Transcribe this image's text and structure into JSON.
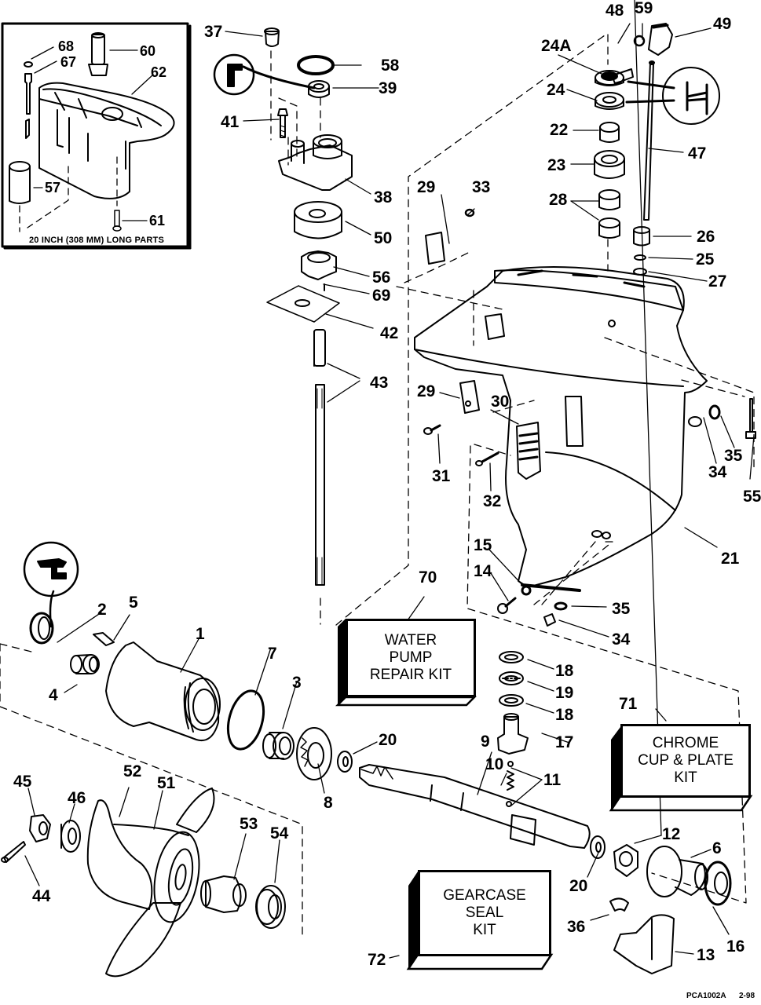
{
  "diagram": {
    "title": "Gearcase exploded parts diagram",
    "inset_caption": "20 INCH (308 MM) LONG PARTS",
    "footer": {
      "code": "PCA1002A",
      "date": "2-98"
    },
    "callouts": [
      {
        "id": "c68",
        "label": "68"
      },
      {
        "id": "c67",
        "label": "67"
      },
      {
        "id": "c60",
        "label": "60"
      },
      {
        "id": "c62",
        "label": "62"
      },
      {
        "id": "c57",
        "label": "57"
      },
      {
        "id": "c61",
        "label": "61"
      },
      {
        "id": "c37",
        "label": "37"
      },
      {
        "id": "c58",
        "label": "58"
      },
      {
        "id": "c39",
        "label": "39"
      },
      {
        "id": "c41",
        "label": "41"
      },
      {
        "id": "c38",
        "label": "38"
      },
      {
        "id": "c50",
        "label": "50"
      },
      {
        "id": "c56",
        "label": "56"
      },
      {
        "id": "c69",
        "label": "69"
      },
      {
        "id": "c42",
        "label": "42"
      },
      {
        "id": "c43",
        "label": "43"
      },
      {
        "id": "c48",
        "label": "48"
      },
      {
        "id": "c59",
        "label": "59"
      },
      {
        "id": "c49",
        "label": "49"
      },
      {
        "id": "c24A",
        "label": "24A"
      },
      {
        "id": "c24",
        "label": "24"
      },
      {
        "id": "c22",
        "label": "22"
      },
      {
        "id": "c47",
        "label": "47"
      },
      {
        "id": "c23",
        "label": "23"
      },
      {
        "id": "c28",
        "label": "28"
      },
      {
        "id": "c26",
        "label": "26"
      },
      {
        "id": "c25",
        "label": "25"
      },
      {
        "id": "c27",
        "label": "27"
      },
      {
        "id": "c29a",
        "label": "29"
      },
      {
        "id": "c33",
        "label": "33"
      },
      {
        "id": "c29b",
        "label": "29"
      },
      {
        "id": "c30",
        "label": "30"
      },
      {
        "id": "c31",
        "label": "31"
      },
      {
        "id": "c32",
        "label": "32"
      },
      {
        "id": "c34a",
        "label": "34"
      },
      {
        "id": "c35a",
        "label": "35"
      },
      {
        "id": "c55",
        "label": "55"
      },
      {
        "id": "c21",
        "label": "21"
      },
      {
        "id": "c15",
        "label": "15"
      },
      {
        "id": "c14",
        "label": "14"
      },
      {
        "id": "c35b",
        "label": "35"
      },
      {
        "id": "c34b",
        "label": "34"
      },
      {
        "id": "c70",
        "label": "70"
      },
      {
        "id": "c2",
        "label": "2"
      },
      {
        "id": "c5",
        "label": "5"
      },
      {
        "id": "c1",
        "label": "1"
      },
      {
        "id": "c4",
        "label": "4"
      },
      {
        "id": "c7",
        "label": "7"
      },
      {
        "id": "c3",
        "label": "3"
      },
      {
        "id": "c20a",
        "label": "20"
      },
      {
        "id": "c8",
        "label": "8"
      },
      {
        "id": "c18a",
        "label": "18"
      },
      {
        "id": "c19",
        "label": "19"
      },
      {
        "id": "c18b",
        "label": "18"
      },
      {
        "id": "c17",
        "label": "17"
      },
      {
        "id": "c9",
        "label": "9"
      },
      {
        "id": "c10",
        "label": "10"
      },
      {
        "id": "c11",
        "label": "11"
      },
      {
        "id": "c71",
        "label": "71"
      },
      {
        "id": "c12",
        "label": "12"
      },
      {
        "id": "c6",
        "label": "6"
      },
      {
        "id": "c20b",
        "label": "20"
      },
      {
        "id": "c16",
        "label": "16"
      },
      {
        "id": "c36",
        "label": "36"
      },
      {
        "id": "c13",
        "label": "13"
      },
      {
        "id": "c72",
        "label": "72"
      },
      {
        "id": "c45",
        "label": "45"
      },
      {
        "id": "c46",
        "label": "46"
      },
      {
        "id": "c52",
        "label": "52"
      },
      {
        "id": "c51",
        "label": "51"
      },
      {
        "id": "c53",
        "label": "53"
      },
      {
        "id": "c54",
        "label": "54"
      },
      {
        "id": "c44",
        "label": "44"
      }
    ],
    "kits": [
      {
        "id": "k70",
        "lines": [
          "WATER",
          "PUMP",
          "REPAIR KIT"
        ]
      },
      {
        "id": "k71",
        "lines": [
          "CHROME",
          "CUP & PLATE",
          "KIT"
        ]
      },
      {
        "id": "k72",
        "lines": [
          "GEARCASE",
          "SEAL",
          "KIT"
        ]
      }
    ]
  }
}
